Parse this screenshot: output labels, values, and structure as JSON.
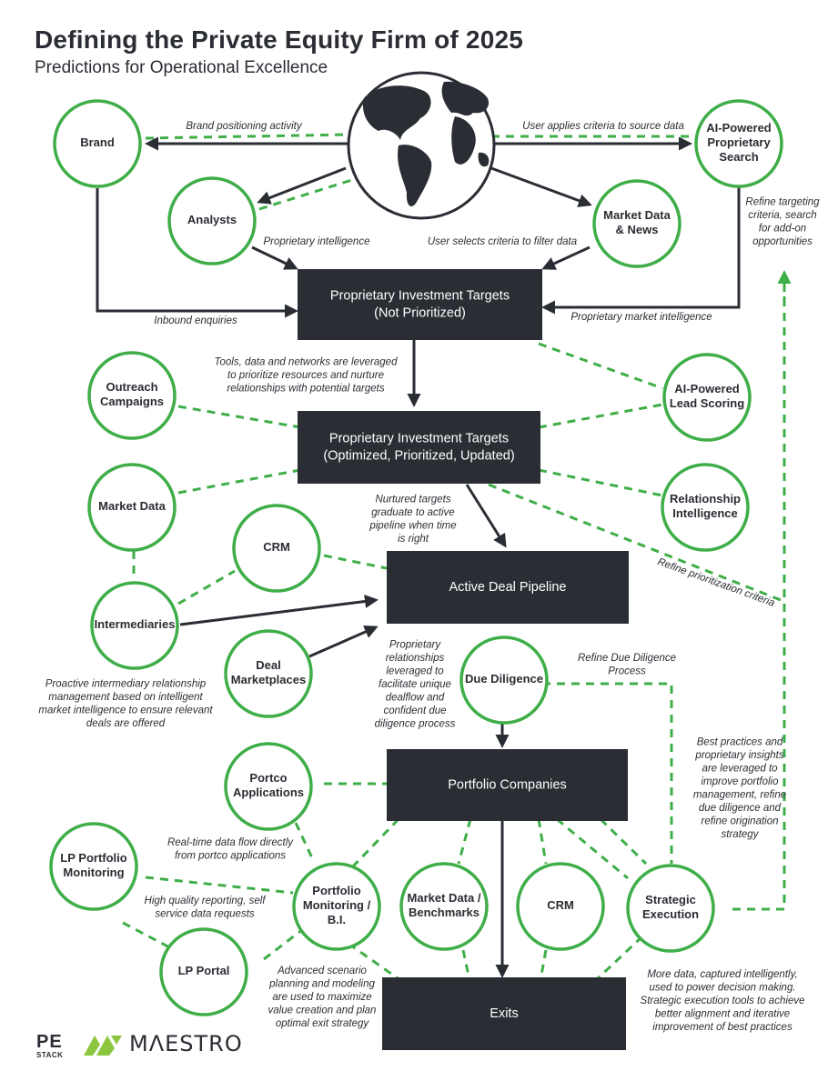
{
  "header": {
    "title": "Defining the Private Equity Firm of 2025",
    "subtitle": "Predictions for Operational Excellence"
  },
  "colors": {
    "green": "#3fae49",
    "dark": "#2a2d33",
    "maestro_green": "#8cc63f"
  },
  "nodes": {
    "brand": "Brand",
    "ai_search": [
      "AI-Powered",
      "Proprietary",
      "Search"
    ],
    "analysts": "Analysts",
    "market_data_news": [
      "Market Data",
      "& News"
    ],
    "targets_np": [
      "Proprietary Investment Targets",
      "(Not Prioritized)"
    ],
    "outreach": [
      "Outreach",
      "Campaigns"
    ],
    "lead_scoring": [
      "AI-Powered",
      "Lead Scoring"
    ],
    "targets_opt": [
      "Proprietary Investment Targets",
      "(Optimized, Prioritized, Updated)"
    ],
    "market_data": "Market Data",
    "relationship_intel": [
      "Relationship",
      "Intelligence"
    ],
    "crm_top": "CRM",
    "active_pipeline": "Active Deal Pipeline",
    "intermediaries": "Intermediaries",
    "deal_marketplaces": [
      "Deal",
      "Marketplaces"
    ],
    "due_diligence": "Due Diligence",
    "portco_apps": [
      "Portco",
      "Applications"
    ],
    "portfolio_companies": "Portfolio Companies",
    "lp_monitoring": [
      "LP Portfolio",
      "Monitoring"
    ],
    "portfolio_bi": [
      "Portfolio",
      "Monitoring /",
      "B.I."
    ],
    "benchmarks": [
      "Market Data /",
      "Benchmarks"
    ],
    "crm_bottom": "CRM",
    "strategic_exec": [
      "Strategic",
      "Execution"
    ],
    "lp_portal": "LP Portal",
    "exits": "Exits"
  },
  "annotations": {
    "brand_positioning": "Brand positioning activity",
    "user_applies": "User applies criteria to source data",
    "proprietary_intel": "Proprietary intelligence",
    "user_selects": "User selects criteria to filter data",
    "refine_targeting": [
      "Refine targeting",
      "criteria, search",
      "for add-on",
      "opportunities"
    ],
    "inbound": "Inbound enquiries",
    "prop_market_intel": "Proprietary market intelligence",
    "tools_data": [
      "Tools, data and networks are leveraged",
      "to prioritize resources and nurture",
      "relationships with potential targets"
    ],
    "nurtured": [
      "Nurtured targets",
      "graduate to active",
      "pipeline when time",
      "is right"
    ],
    "refine_prioritization": "Refine prioritization criteria",
    "proactive": [
      "Proactive intermediary relationship",
      "management based on intelligent",
      "market intelligence to ensure relevant",
      "deals are offered"
    ],
    "prop_relationships": [
      "Proprietary",
      "relationships",
      "leveraged to",
      "facilitate unique",
      "dealflow and",
      "confident due",
      "diligence process"
    ],
    "refine_dd": [
      "Refine Due Diligence",
      "Process"
    ],
    "best_practices": [
      "Best practices and",
      "proprietary insights",
      "are leveraged to",
      "improve portfolio",
      "management, refine",
      "due diligence and",
      "refine origination",
      "strategy"
    ],
    "realtime": [
      "Real-time data flow directly",
      "from portco applications"
    ],
    "high_quality": [
      "High quality reporting, self",
      "service data requests"
    ],
    "advanced": [
      "Advanced scenario",
      "planning and modeling",
      "are used to maximize",
      "value creation and plan",
      "optimal exit strategy"
    ],
    "more_data": [
      "More data, captured intelligently,",
      "used to power decision making.",
      "Strategic execution tools to achieve",
      "better alignment and iterative",
      "improvement of best practices"
    ]
  },
  "footer": {
    "pe": "PE",
    "stack": "STACK",
    "maestro": "MΛESTRO"
  }
}
